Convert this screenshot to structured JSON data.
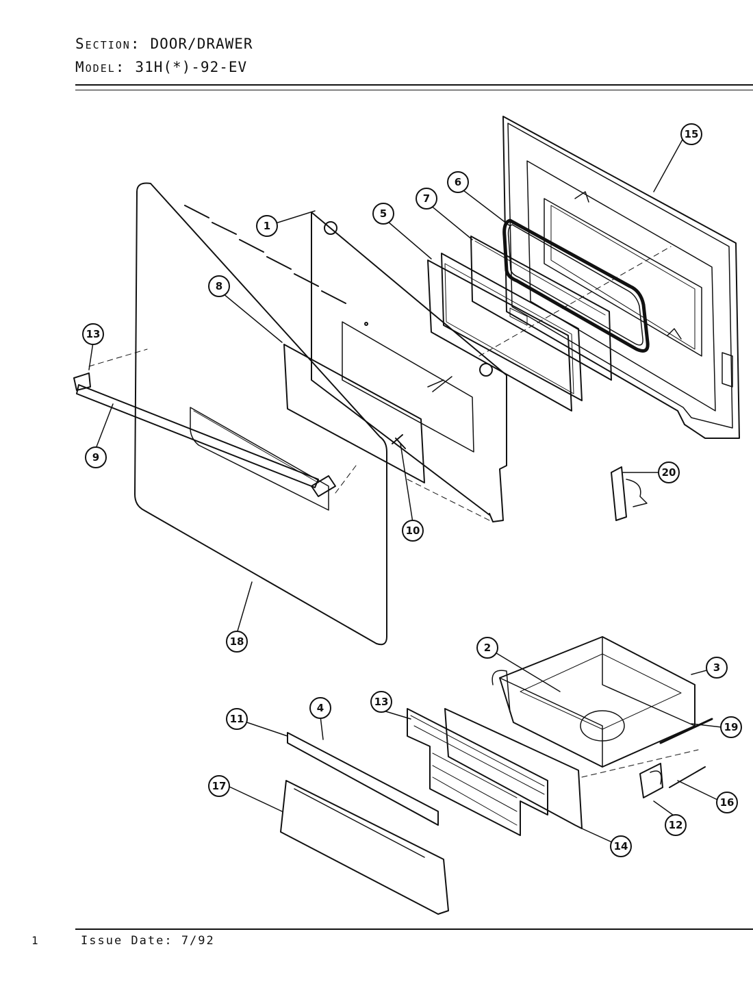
{
  "header": {
    "section_label": "Section:",
    "section_value": "DOOR/DRAWER",
    "model_label": "Model:",
    "model_value": "31H(*)-92-EV"
  },
  "footer": {
    "page_mark": "1",
    "issue_date": "Issue Date: 7/92"
  },
  "callouts": [
    "1",
    "2",
    "3",
    "4",
    "5",
    "6",
    "7",
    "8",
    "9",
    "10",
    "11",
    "12",
    "13",
    "13",
    "14",
    "15",
    "16",
    "17",
    "18",
    "19",
    "20"
  ]
}
